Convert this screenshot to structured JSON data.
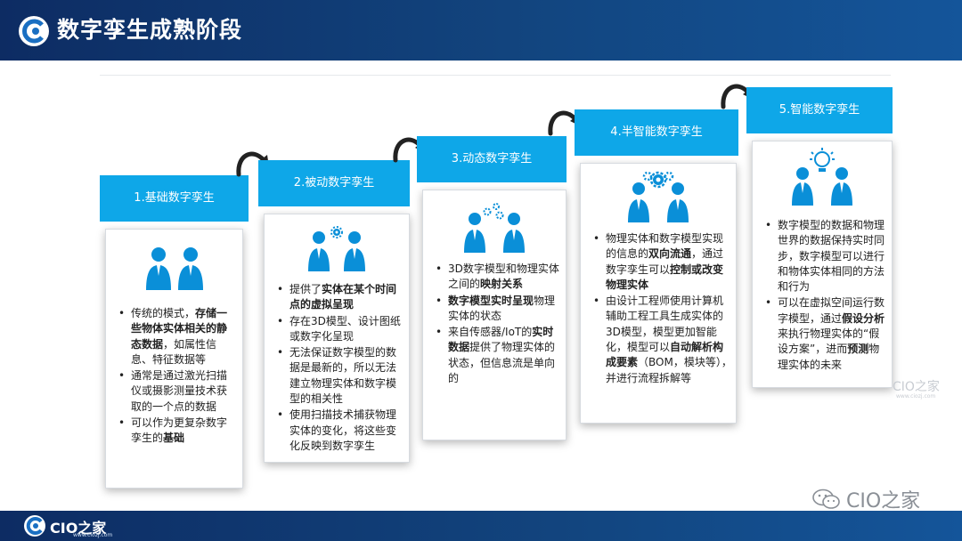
{
  "header": {
    "title": "数字孪生成熟阶段"
  },
  "stages": [
    {
      "label": "1.基础数字孪生",
      "icon": "two-people-icon",
      "bullets": [
        [
          "传统的模式，",
          "<b>存储一些物体实体相关的静态数据</b>",
          "，如属性信息、特征数据等"
        ],
        [
          "通常是通过激光扫描仪或摄影测量技术获取的一个点的数据"
        ],
        [
          "可以作为更复杂数字孪生的",
          "<b>基础</b>"
        ]
      ]
    },
    {
      "label": "2.被动数字孪生",
      "icon": "two-people-gear-icon",
      "bullets": [
        [
          "提供了",
          "<b>实体在某个时间点的虚拟呈现</b>"
        ],
        [
          "存在3D模型、设计图纸或数字化呈现"
        ],
        [
          "无法保证数字模型的数据是最新的，所以无法建立物理实体和数字模型的相关性"
        ],
        [
          "使用扫描技术捕获物理实体的变化，将这些变化反映到数字孪生"
        ]
      ]
    },
    {
      "label": "3.动态数字孪生",
      "icon": "two-people-gears-icon",
      "bullets": [
        [
          "3D数字模型和物理实体之间的",
          "<b>映射关系</b>"
        ],
        [
          "<b>数字模型实时呈现</b>",
          "物理实体的状态"
        ],
        [
          "来自传感器/IoT的",
          "<b>实时数据</b>",
          "提供了物理实体的状态，但信息流是单向的"
        ]
      ]
    },
    {
      "label": "4.半智能数字孪生",
      "icon": "two-people-multi-gear-icon",
      "bullets": [
        [
          "物理实体和数字模型实现的信息的",
          "<b>双向流通</b>",
          "，通过数字孪生可以",
          "<b>控制或改变物理实体</b>"
        ],
        [
          "由设计工程师使用计算机辅助工程工具生成实体的3D模型，模型更加智能化，模型可以",
          "<b>自动解析构成要素</b>",
          "（BOM，模块等），并进行流程拆解等"
        ]
      ]
    },
    {
      "label": "5.智能数字孪生",
      "icon": "two-people-lightbulb-icon",
      "bullets": [
        [
          "数字模型的数据和物理世界的数据保持实时同步，数字模型可以进行和物体实体相同的方法和行为"
        ],
        [
          "可以在虚拟空间运行数字模型，通过",
          "<b>假设分析</b>",
          "来执行物理实体的“假设方案”，进而",
          "<b>预测</b>",
          "物理实体的未来"
        ]
      ]
    }
  ],
  "watermark": {
    "name": "CIO之家",
    "url": "www.ciozj.com"
  },
  "wechat": {
    "label": "CIO之家"
  },
  "footer": {
    "name": "CIO之家",
    "url": "www.ciozj.com"
  },
  "colors": {
    "accent": "#0ea7e8",
    "header": "#12457f",
    "icon": "#0a8fd8"
  }
}
